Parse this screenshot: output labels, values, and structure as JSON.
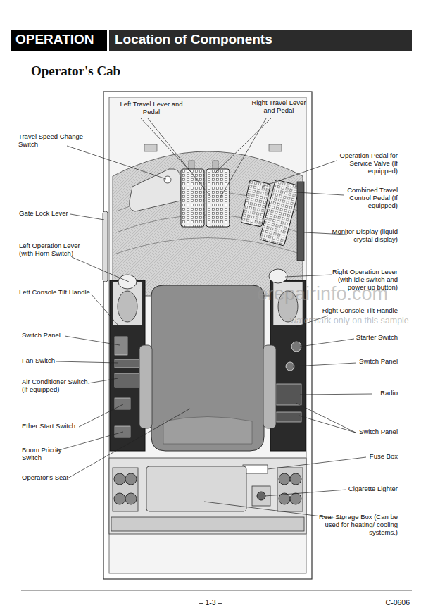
{
  "diagram": {
    "title": "Location of Components",
    "labels": [
      "OPERATION",
      "Operator's Cab",
      "Left Travel Lever and Pedal",
      "Right Travel Lever and Pedal",
      "Travel Speed Change Switch",
      "Operation Pedal for Service Valve (If equipped)",
      "Combined Travel Control Pedal (If equipped)",
      "Gate Lock Lever",
      "Monitor Display (liquid crystal display)",
      "Left Operation Lever (with Horn Switch)",
      "Right Operation Lever (with idle switch and power up button)",
      "Left Console Tilt Handle",
      "Right Console Tilt Handle",
      "Switch Panel",
      "Starter Switch",
      "Fan Switch",
      "Switch Panel",
      "Air Conditioner Switch (If equipped)",
      "Radio",
      "Ether Start Switch",
      "Switch Panel",
      "Boom Pricrity Switch",
      "Operator's Seat",
      "Fuse Box",
      "Cigarette Lighter",
      "Rear Storage Box (Can be used for heating/ cooling systems.)",
      "erepairinfo.com",
      "watermark only on this sample",
      "– 1-3 –",
      "C-0606"
    ]
  }
}
